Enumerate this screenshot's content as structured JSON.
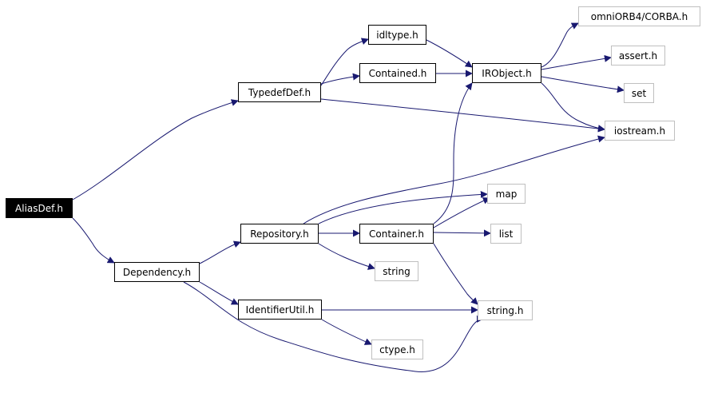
{
  "colors": {
    "edge": "#191970",
    "internal_border": "#000000",
    "external_border": "#bfbfbf",
    "root_fill": "#000000",
    "root_text": "#ffffff"
  },
  "nodes": [
    {
      "id": "aliasdef",
      "label": "AliasDef.h",
      "kind": "root"
    },
    {
      "id": "typedefdef",
      "label": "TypedefDef.h",
      "kind": "internal"
    },
    {
      "id": "dependency",
      "label": "Dependency.h",
      "kind": "internal"
    },
    {
      "id": "idltype",
      "label": "idltype.h",
      "kind": "internal"
    },
    {
      "id": "contained",
      "label": "Contained.h",
      "kind": "internal"
    },
    {
      "id": "irobject",
      "label": "IRObject.h",
      "kind": "internal"
    },
    {
      "id": "omniorb",
      "label": "omniORB4/CORBA.h",
      "kind": "external"
    },
    {
      "id": "assert",
      "label": "assert.h",
      "kind": "external"
    },
    {
      "id": "set",
      "label": "set",
      "kind": "external"
    },
    {
      "id": "iostream",
      "label": "iostream.h",
      "kind": "external"
    },
    {
      "id": "map",
      "label": "map",
      "kind": "external"
    },
    {
      "id": "repository",
      "label": "Repository.h",
      "kind": "internal"
    },
    {
      "id": "container",
      "label": "Container.h",
      "kind": "internal"
    },
    {
      "id": "list",
      "label": "list",
      "kind": "external"
    },
    {
      "id": "string",
      "label": "string",
      "kind": "external"
    },
    {
      "id": "identifierutil",
      "label": "IdentifierUtil.h",
      "kind": "internal"
    },
    {
      "id": "stringh",
      "label": "string.h",
      "kind": "external"
    },
    {
      "id": "ctype",
      "label": "ctype.h",
      "kind": "external"
    }
  ],
  "edges": [
    {
      "from": "aliasdef",
      "to": "typedefdef"
    },
    {
      "from": "aliasdef",
      "to": "dependency"
    },
    {
      "from": "typedefdef",
      "to": "idltype"
    },
    {
      "from": "typedefdef",
      "to": "contained"
    },
    {
      "from": "typedefdef",
      "to": "iostream"
    },
    {
      "from": "idltype",
      "to": "irobject"
    },
    {
      "from": "contained",
      "to": "irobject"
    },
    {
      "from": "irobject",
      "to": "omniorb"
    },
    {
      "from": "irobject",
      "to": "assert"
    },
    {
      "from": "irobject",
      "to": "set"
    },
    {
      "from": "irobject",
      "to": "iostream"
    },
    {
      "from": "dependency",
      "to": "repository"
    },
    {
      "from": "dependency",
      "to": "identifierutil"
    },
    {
      "from": "dependency",
      "to": "stringh"
    },
    {
      "from": "repository",
      "to": "container"
    },
    {
      "from": "repository",
      "to": "map"
    },
    {
      "from": "repository",
      "to": "string"
    },
    {
      "from": "repository",
      "to": "iostream"
    },
    {
      "from": "container",
      "to": "irobject"
    },
    {
      "from": "container",
      "to": "map"
    },
    {
      "from": "container",
      "to": "list"
    },
    {
      "from": "container",
      "to": "stringh"
    },
    {
      "from": "identifierutil",
      "to": "stringh"
    },
    {
      "from": "identifierutil",
      "to": "ctype"
    }
  ]
}
